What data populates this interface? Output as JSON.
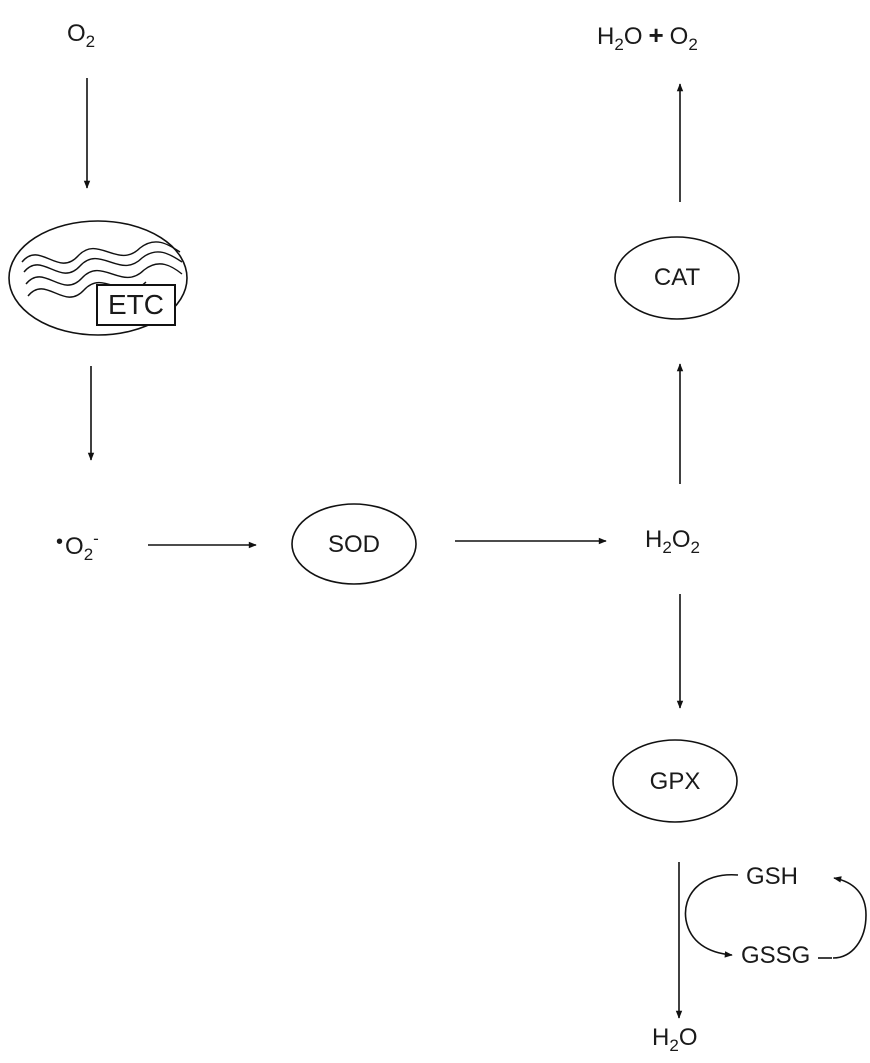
{
  "o2_top": {
    "main": "O",
    "sub": "2"
  },
  "product_top": {
    "h2o_main": "H",
    "h2o_sub": "2",
    "h2o_end": "O",
    "plus": "+",
    "o2_main": "O",
    "o2_sub": "2"
  },
  "etc_label": "ETC",
  "superoxide": {
    "dot": "•",
    "main": "O",
    "sub": "2",
    "sup": "-"
  },
  "enzymes": {
    "sod": "SOD",
    "cat": "CAT",
    "gpx": "GPX"
  },
  "h2o2": {
    "h": "H",
    "h_sub": "2",
    "o": "O",
    "o_sub": "2"
  },
  "gsh": "GSH",
  "gssg": "GSSG",
  "h2o_bottom": {
    "h": "H",
    "h_sub": "2",
    "o": "O"
  },
  "colors": {
    "ink": "#111111",
    "background": "#ffffff"
  }
}
